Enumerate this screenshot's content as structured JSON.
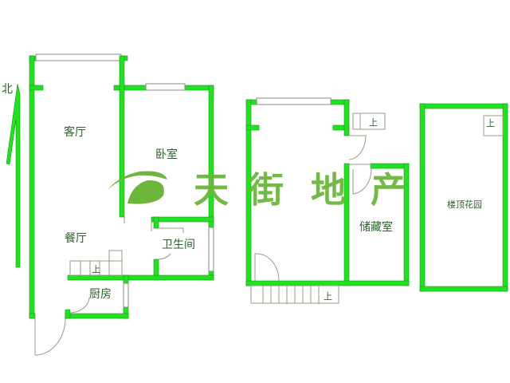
{
  "compass": {
    "north": "北"
  },
  "rooms": {
    "living": "客厅",
    "bedroom": "卧室",
    "dining": "餐厅",
    "bathroom": "卫生间",
    "kitchen": "厨房",
    "storage": "储藏室",
    "roof_garden": "楼顶花园"
  },
  "stairs": {
    "up": "上"
  },
  "watermark": {
    "text": [
      "天",
      "街",
      "地",
      "产"
    ],
    "color": "#6cb63c"
  },
  "colors": {
    "wall": "#22e022"
  }
}
